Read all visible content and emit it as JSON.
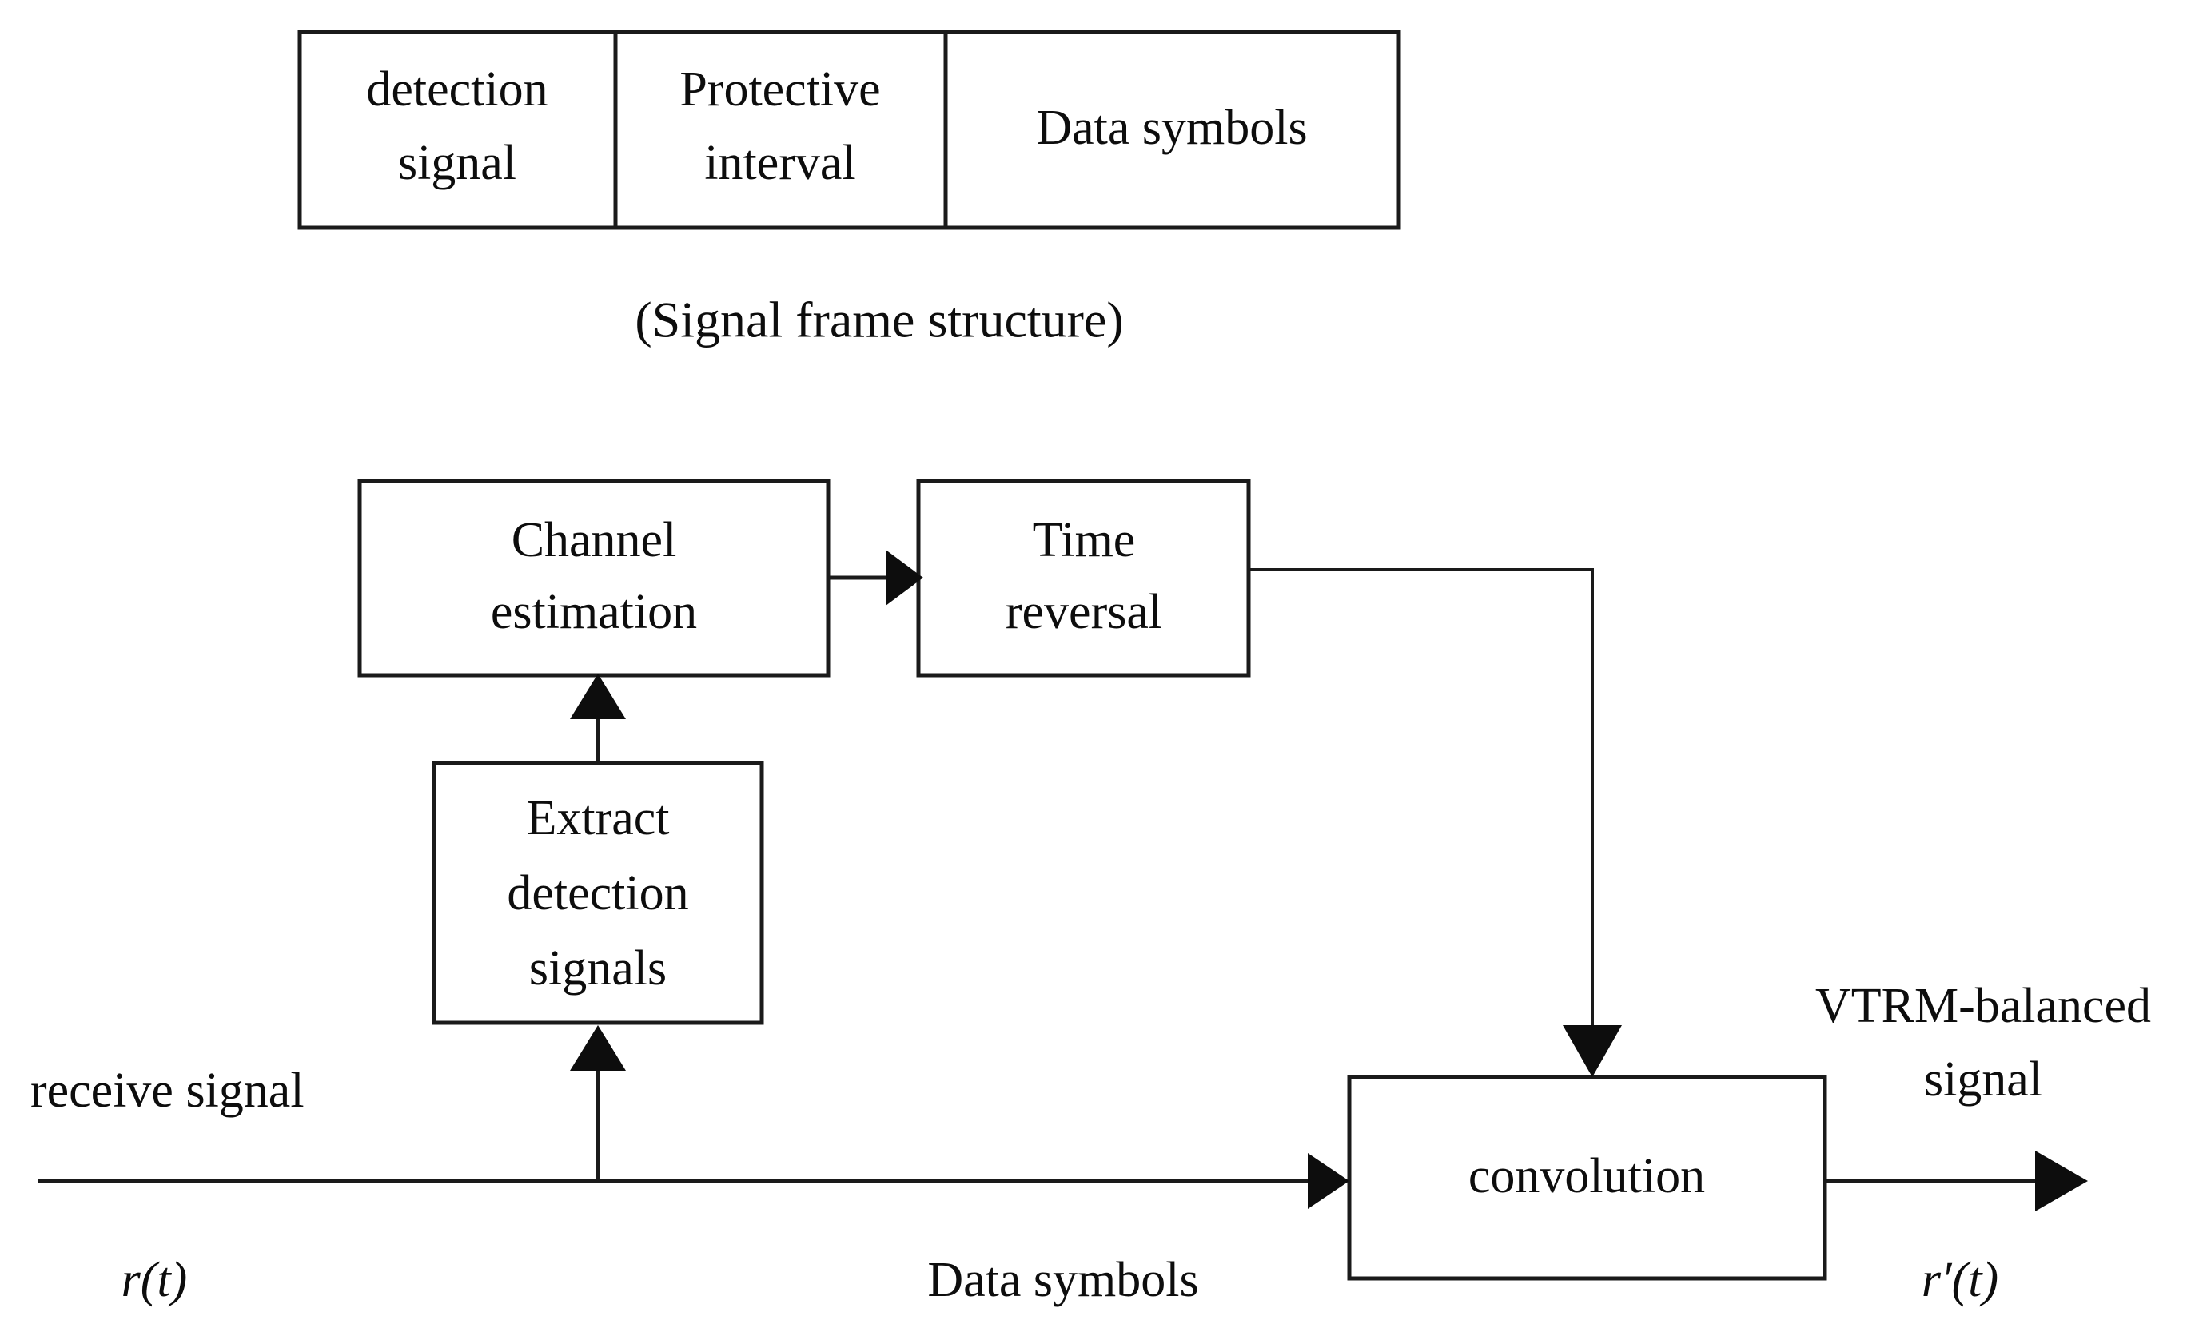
{
  "frame_structure": {
    "cells": [
      {
        "lines": [
          "detection",
          "signal"
        ]
      },
      {
        "lines": [
          "Protective",
          "interval"
        ]
      },
      {
        "lines": [
          "Data symbols"
        ]
      }
    ],
    "caption": "(Signal frame structure)"
  },
  "block_diagram": {
    "blocks": [
      {
        "id": "channel-estimation",
        "lines": [
          "Channel",
          "estimation"
        ]
      },
      {
        "id": "time-reversal",
        "lines": [
          "Time",
          "reversal"
        ]
      },
      {
        "id": "extract-detection-signals",
        "lines": [
          "Extract",
          "detection",
          "signals"
        ]
      },
      {
        "id": "convolution",
        "lines": [
          "convolution"
        ]
      }
    ],
    "labels": {
      "input_signal": "receive signal",
      "input_symbol": "r(t)",
      "data_path": "Data symbols",
      "output_signal_line1": "VTRM-balanced",
      "output_signal_line2": "signal",
      "output_symbol": "r′(t)"
    }
  },
  "colors": {
    "stroke": "#1a1a1a",
    "text": "#0d0d0d",
    "background": "#ffffff"
  }
}
